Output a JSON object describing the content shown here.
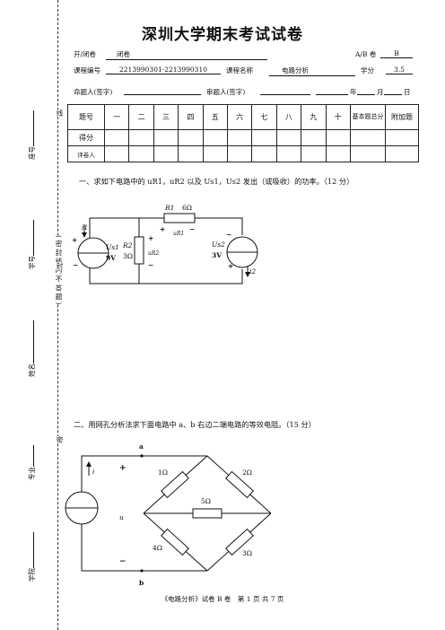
{
  "title": "深圳大学期末考试试卷",
  "header": {
    "open_closed_label": "开/闭卷",
    "open_closed_value": "闭卷",
    "ab_label": "A/B 卷",
    "ab_value": "B",
    "course_code_label": "课程编号",
    "course_code_value": "2213990301-2213990310",
    "course_name_label": "课程名称",
    "course_name_value": "电路分析",
    "credit_label": "学分",
    "credit_value": "3.5",
    "setter_label": "命题人(签字)",
    "reviewer_label": "审题人(签字)",
    "year_label": "年",
    "month_label": "月",
    "day_label": "日"
  },
  "side": {
    "seat_label": "座号",
    "student_id_label": "学号",
    "name_label": "姓名",
    "major_label": "专业",
    "college_label": "学院",
    "line_char": "线",
    "seal_notice": "( 密 封 线 内 不 答 题 )",
    "seal_char": "封",
    "mi_char": "密"
  },
  "score_table": {
    "headers": [
      "题号",
      "一",
      "二",
      "三",
      "四",
      "五",
      "六",
      "七",
      "八",
      "九",
      "十",
      "基本题总分",
      "附加题"
    ],
    "row_labels": [
      "得分",
      "评卷人"
    ]
  },
  "questions": [
    {
      "text": "一、求如下电路中的 uR1，uR2 以及 Us1，Us2 发出（或吸收）的功率。（12 分）"
    },
    {
      "text": "二、用网孔分析法求下面电路中 a、b 右边二端电路的等效电阻。（15 分）"
    }
  ],
  "circuit1": {
    "r1_label": "R1",
    "r1_value": "6Ω",
    "ur1_label": "uR1",
    "r2_label": "R2",
    "r2_value": "3Ω",
    "ur2_label": "uR2",
    "us1_label": "Us1",
    "us1_value": "9V",
    "i1_label": "i1",
    "us2_label": "Us2",
    "us2_value": "3V",
    "i2_label": "i2",
    "plus": "+",
    "minus": "−"
  },
  "circuit2": {
    "a_label": "a",
    "b_label": "b",
    "i_label": "i",
    "u_label": "u",
    "r_top_left": "1Ω",
    "r_top_right": "2Ω",
    "r_mid": "5Ω",
    "r_bottom_left": "4Ω",
    "r_bottom_right": "3Ω",
    "plus": "+",
    "minus": "−"
  },
  "footer": "《电路分析》试卷 B 卷　第 1 页 共 7 页"
}
